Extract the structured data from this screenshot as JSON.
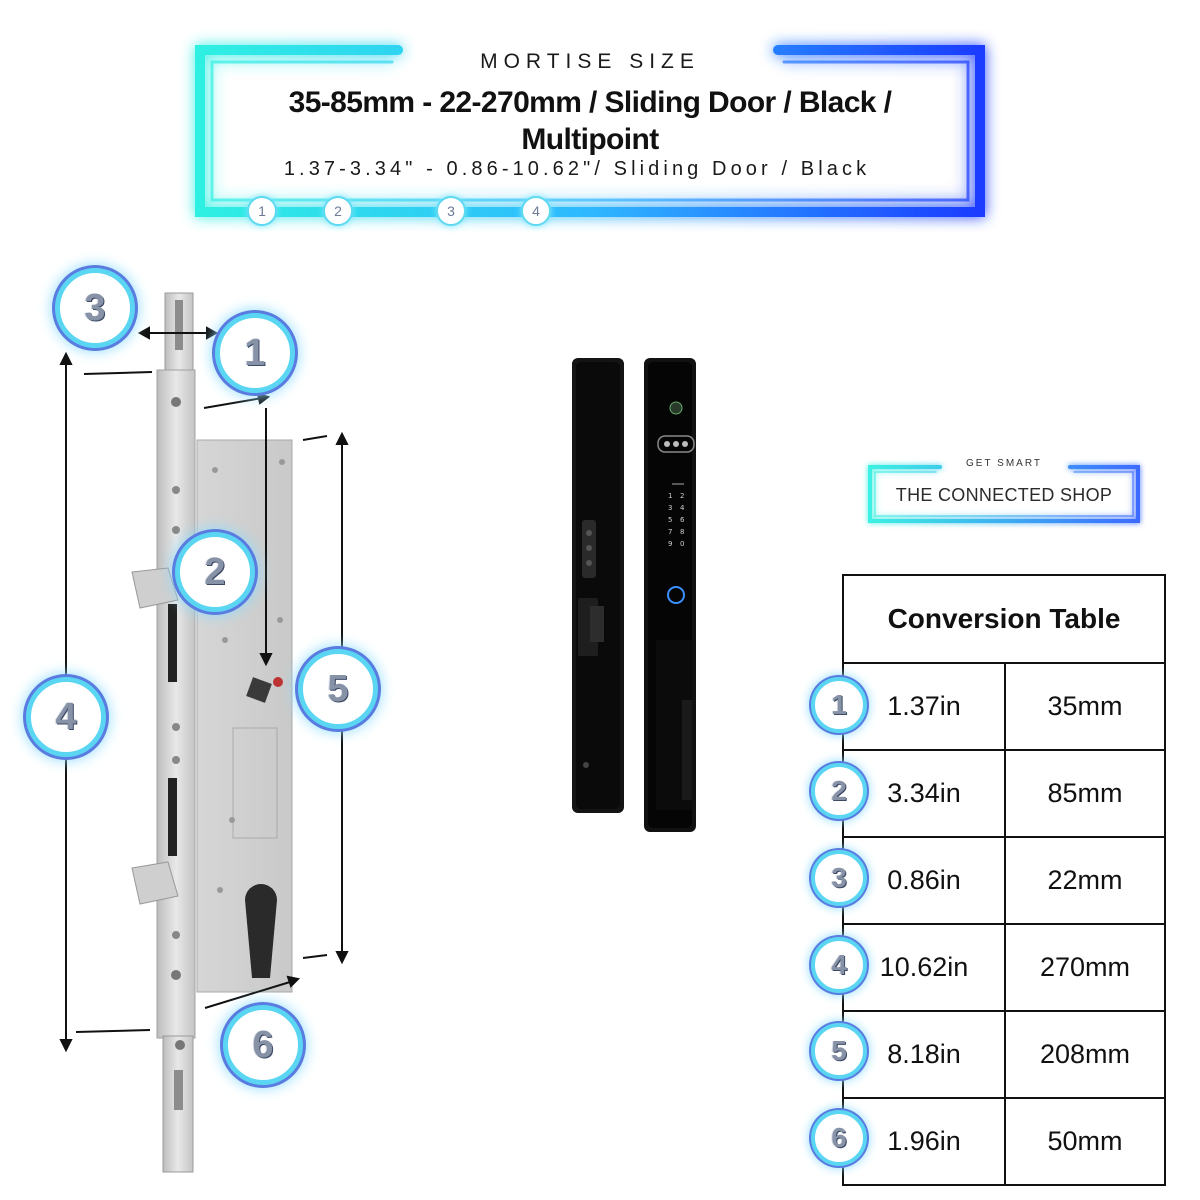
{
  "header": {
    "kicker": "MORTISE SIZE",
    "title": "35-85mm - 22-270mm / Sliding Door / Black / Multipoint",
    "subtitle": "1.37-3.34\" - 0.86-10.62\"/ Sliding Door / Black",
    "badges": [
      "1",
      "2",
      "3",
      "4"
    ]
  },
  "diagram": {
    "badges": [
      "1",
      "2",
      "3",
      "4",
      "5",
      "6"
    ]
  },
  "logo": {
    "kicker": "GET SMART",
    "name": "THE CONNECTED SHOP"
  },
  "keypad": [
    "1",
    "2",
    "3",
    "4",
    "5",
    "6",
    "7",
    "8",
    "9",
    "0"
  ],
  "table": {
    "title": "Conversion Table",
    "rows": [
      {
        "badge": "1",
        "inches": "1.37in",
        "mm": "35mm"
      },
      {
        "badge": "2",
        "inches": "3.34in",
        "mm": "85mm"
      },
      {
        "badge": "3",
        "inches": "0.86in",
        "mm": "22mm"
      },
      {
        "badge": "4",
        "inches": "10.62in",
        "mm": "270mm"
      },
      {
        "badge": "5",
        "inches": "8.18in",
        "mm": "208mm"
      },
      {
        "badge": "6",
        "inches": "1.96in",
        "mm": "50mm"
      }
    ]
  },
  "colors": {
    "neon_cyan": "#2fe6e0",
    "neon_blue": "#1f4fff",
    "badge_ring": "#5ad6f2",
    "badge_outer": "#5a7be0",
    "lock_black": "#0c0c0c",
    "steel": "#d4d4d4"
  }
}
